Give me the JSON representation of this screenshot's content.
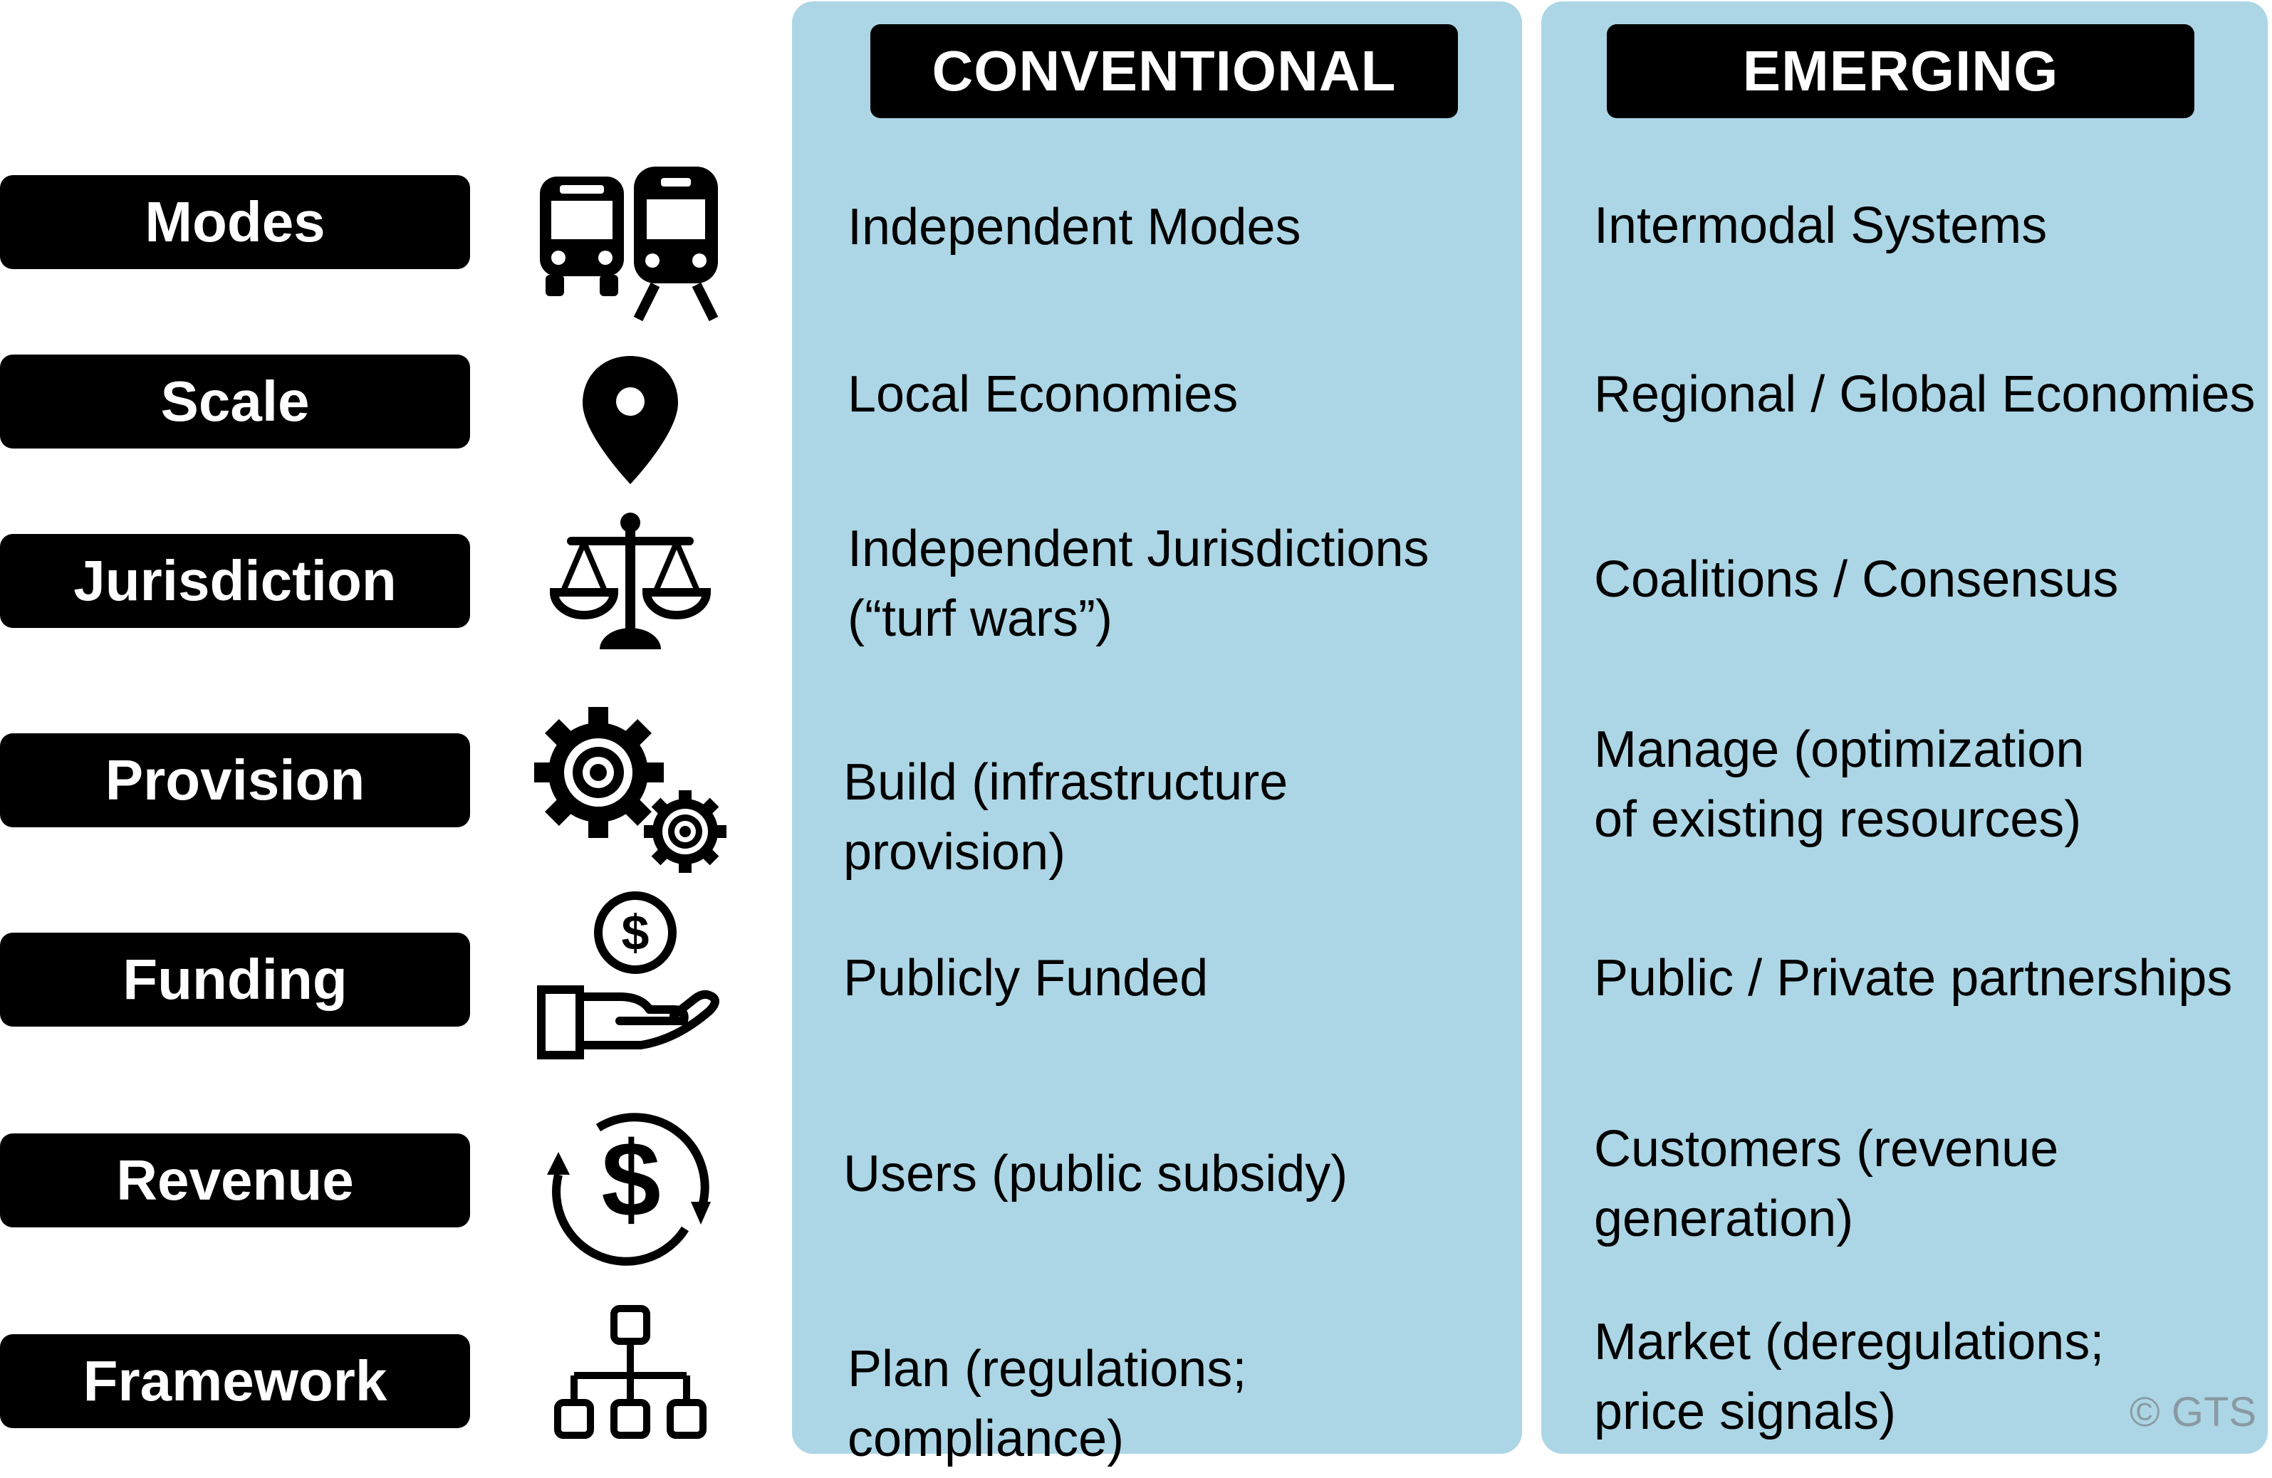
{
  "columns": {
    "conventional": "CONVENTIONAL",
    "emerging": "EMERGING"
  },
  "rows": [
    {
      "label": "Modes",
      "icon": "bus-train-icon",
      "conventional": "Independent Modes",
      "emerging": "Intermodal Systems"
    },
    {
      "label": "Scale",
      "icon": "location-pin-icon",
      "conventional": "Local Economies",
      "emerging": "Regional / Global Economies"
    },
    {
      "label": "Jurisdiction",
      "icon": "scales-icon",
      "conventional": "Independent Jurisdictions (“turf wars”)",
      "emerging": "Coalitions / Consensus"
    },
    {
      "label": "Provision",
      "icon": "gears-icon",
      "conventional": "Build (infrastructure provision)",
      "emerging": "Manage (optimization of existing resources)"
    },
    {
      "label": "Funding",
      "icon": "hand-coin-icon",
      "conventional": "Publicly Funded",
      "emerging": "Public / Private partnerships"
    },
    {
      "label": "Revenue",
      "icon": "dollar-cycle-icon",
      "conventional": "Users (public subsidy)",
      "emerging": "Customers (revenue generation)"
    },
    {
      "label": "Framework",
      "icon": "hierarchy-icon",
      "conventional": "Plan (regulations; compliance)",
      "emerging": "Market (deregulations; price signals)"
    }
  ],
  "copyright": "© GTS",
  "colors": {
    "panel": "#acd6e5",
    "label_bg": "#000000",
    "label_text": "#ffffff"
  }
}
